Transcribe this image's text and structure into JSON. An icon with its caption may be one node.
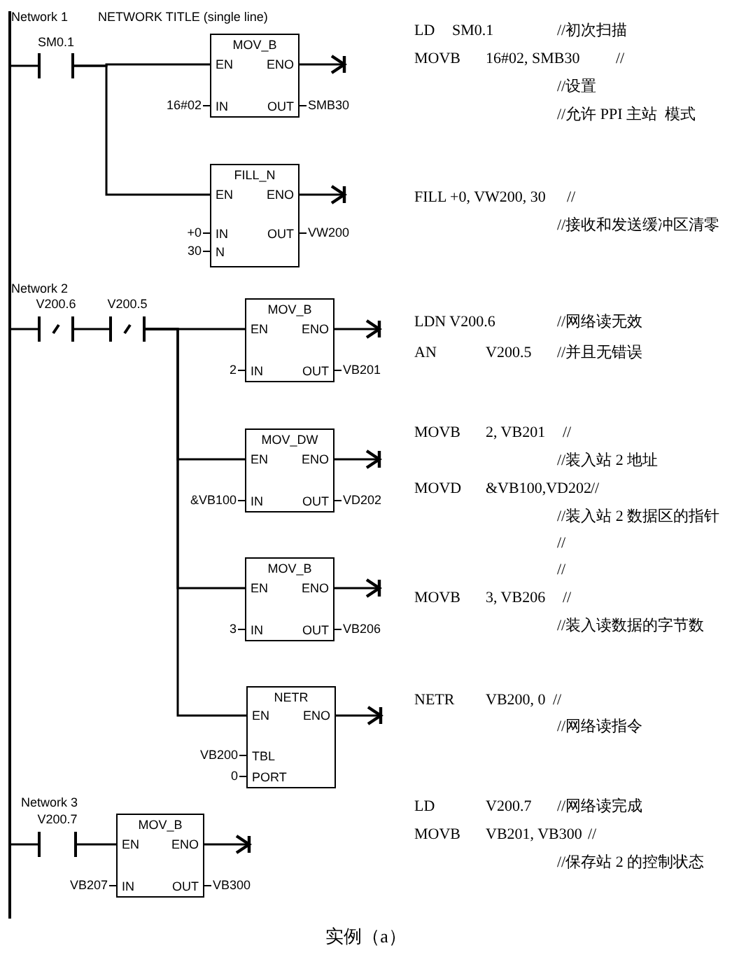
{
  "diagram": {
    "caption": "实例（a）",
    "nodes": [
      {
        "text": [],
        "shape": "bar"
      },
      {
        "text": [
          "SM0.1"
        ]
      },
      {
        "text": [
          "MOV_B",
          "EN",
          "ENO",
          "IN",
          "OUT"
        ],
        "beside": [
          "16#02",
          "SMB30"
        ]
      },
      {
        "text": [
          "FILL_N",
          "EN",
          "ENO",
          "IN",
          "OUT",
          "N"
        ],
        "beside": [
          "+0",
          "VW200",
          "30"
        ]
      },
      {
        "text": [
          "V200.6"
        ]
      },
      {
        "text": [
          "V200.5"
        ]
      },
      {
        "text": [
          "MOV_B",
          "EN",
          "ENO",
          "IN",
          "OUT"
        ],
        "beside": [
          "2",
          "VB201"
        ]
      },
      {
        "text": [
          "MOV_DW",
          "EN",
          "ENO",
          "IN",
          "OUT"
        ],
        "beside": [
          "&VB100",
          "VD202"
        ]
      },
      {
        "text": [
          "MOV_B",
          "EN",
          "ENO",
          "IN",
          "OUT"
        ],
        "beside": [
          "3",
          "VB206"
        ]
      },
      {
        "text": [
          "NETR",
          "EN",
          "ENO",
          "TBL",
          "PORT"
        ],
        "beside": [
          "VB200",
          "0"
        ]
      },
      {
        "text": [
          "V200.7"
        ]
      },
      {
        "text": [
          "MOV_B",
          "EN",
          "ENO",
          "IN",
          "OUT"
        ],
        "beside": [
          "VB207",
          "VB300"
        ]
      }
    ],
    "edges": [
      {
        "from": 0,
        "to": 1,
        "arrow": "none"
      },
      {
        "from": 1,
        "to": 2,
        "arrow": "none"
      },
      {
        "from": 1,
        "to": 3,
        "arrow": "none"
      },
      {
        "from": 2,
        "to": null,
        "arrow": "to"
      },
      {
        "from": 3,
        "to": null,
        "arrow": "to"
      },
      {
        "from": 0,
        "to": 4,
        "arrow": "none"
      },
      {
        "from": 4,
        "to": 5,
        "arrow": "none"
      },
      {
        "from": 5,
        "to": 6,
        "arrow": "none"
      },
      {
        "from": 5,
        "to": 7,
        "arrow": "none"
      },
      {
        "from": 5,
        "to": 8,
        "arrow": "none"
      },
      {
        "from": 5,
        "to": 9,
        "arrow": "none"
      },
      {
        "from": 6,
        "to": null,
        "arrow": "to"
      },
      {
        "from": 7,
        "to": null,
        "arrow": "to"
      },
      {
        "from": 8,
        "to": null,
        "arrow": "to"
      },
      {
        "from": 9,
        "to": null,
        "arrow": "to"
      },
      {
        "from": 0,
        "to": 10,
        "arrow": "none"
      },
      {
        "from": 10,
        "to": 11,
        "arrow": "none"
      },
      {
        "from": 11,
        "to": null,
        "arrow": "to"
      }
    ],
    "labels": [
      "Network 1",
      "NETWORK TITLE (single line)",
      "LD",
      "SM0.1",
      "//初次扫描",
      "MOVB",
      "16#02, SMB30",
      "//",
      "//设置",
      "//允许 PPI 主站  模式",
      "FILL +0, VW200, 30",
      "//",
      "//接收和发送缓冲区清零",
      "Network 2",
      "LDN V200.6",
      "//网络读无效",
      "AN",
      "V200.5",
      "//并且无错误",
      "MOVB",
      "2, VB201",
      "//",
      "//装入站 2 地址",
      "MOVD",
      "&VB100,VD202",
      "//",
      "//装入站 2 数据区的指针",
      "//",
      "//",
      "MOVB",
      "3, VB206",
      "//",
      "//装入读数据的字节数",
      "NETR",
      "VB200, 0",
      "//",
      "//网络读指令",
      "Network 3",
      "LD",
      "V200.7",
      "//网络读完成",
      "MOVB",
      "VB201, VB300",
      "//",
      "//保存站 2 的控制状态"
    ]
  }
}
